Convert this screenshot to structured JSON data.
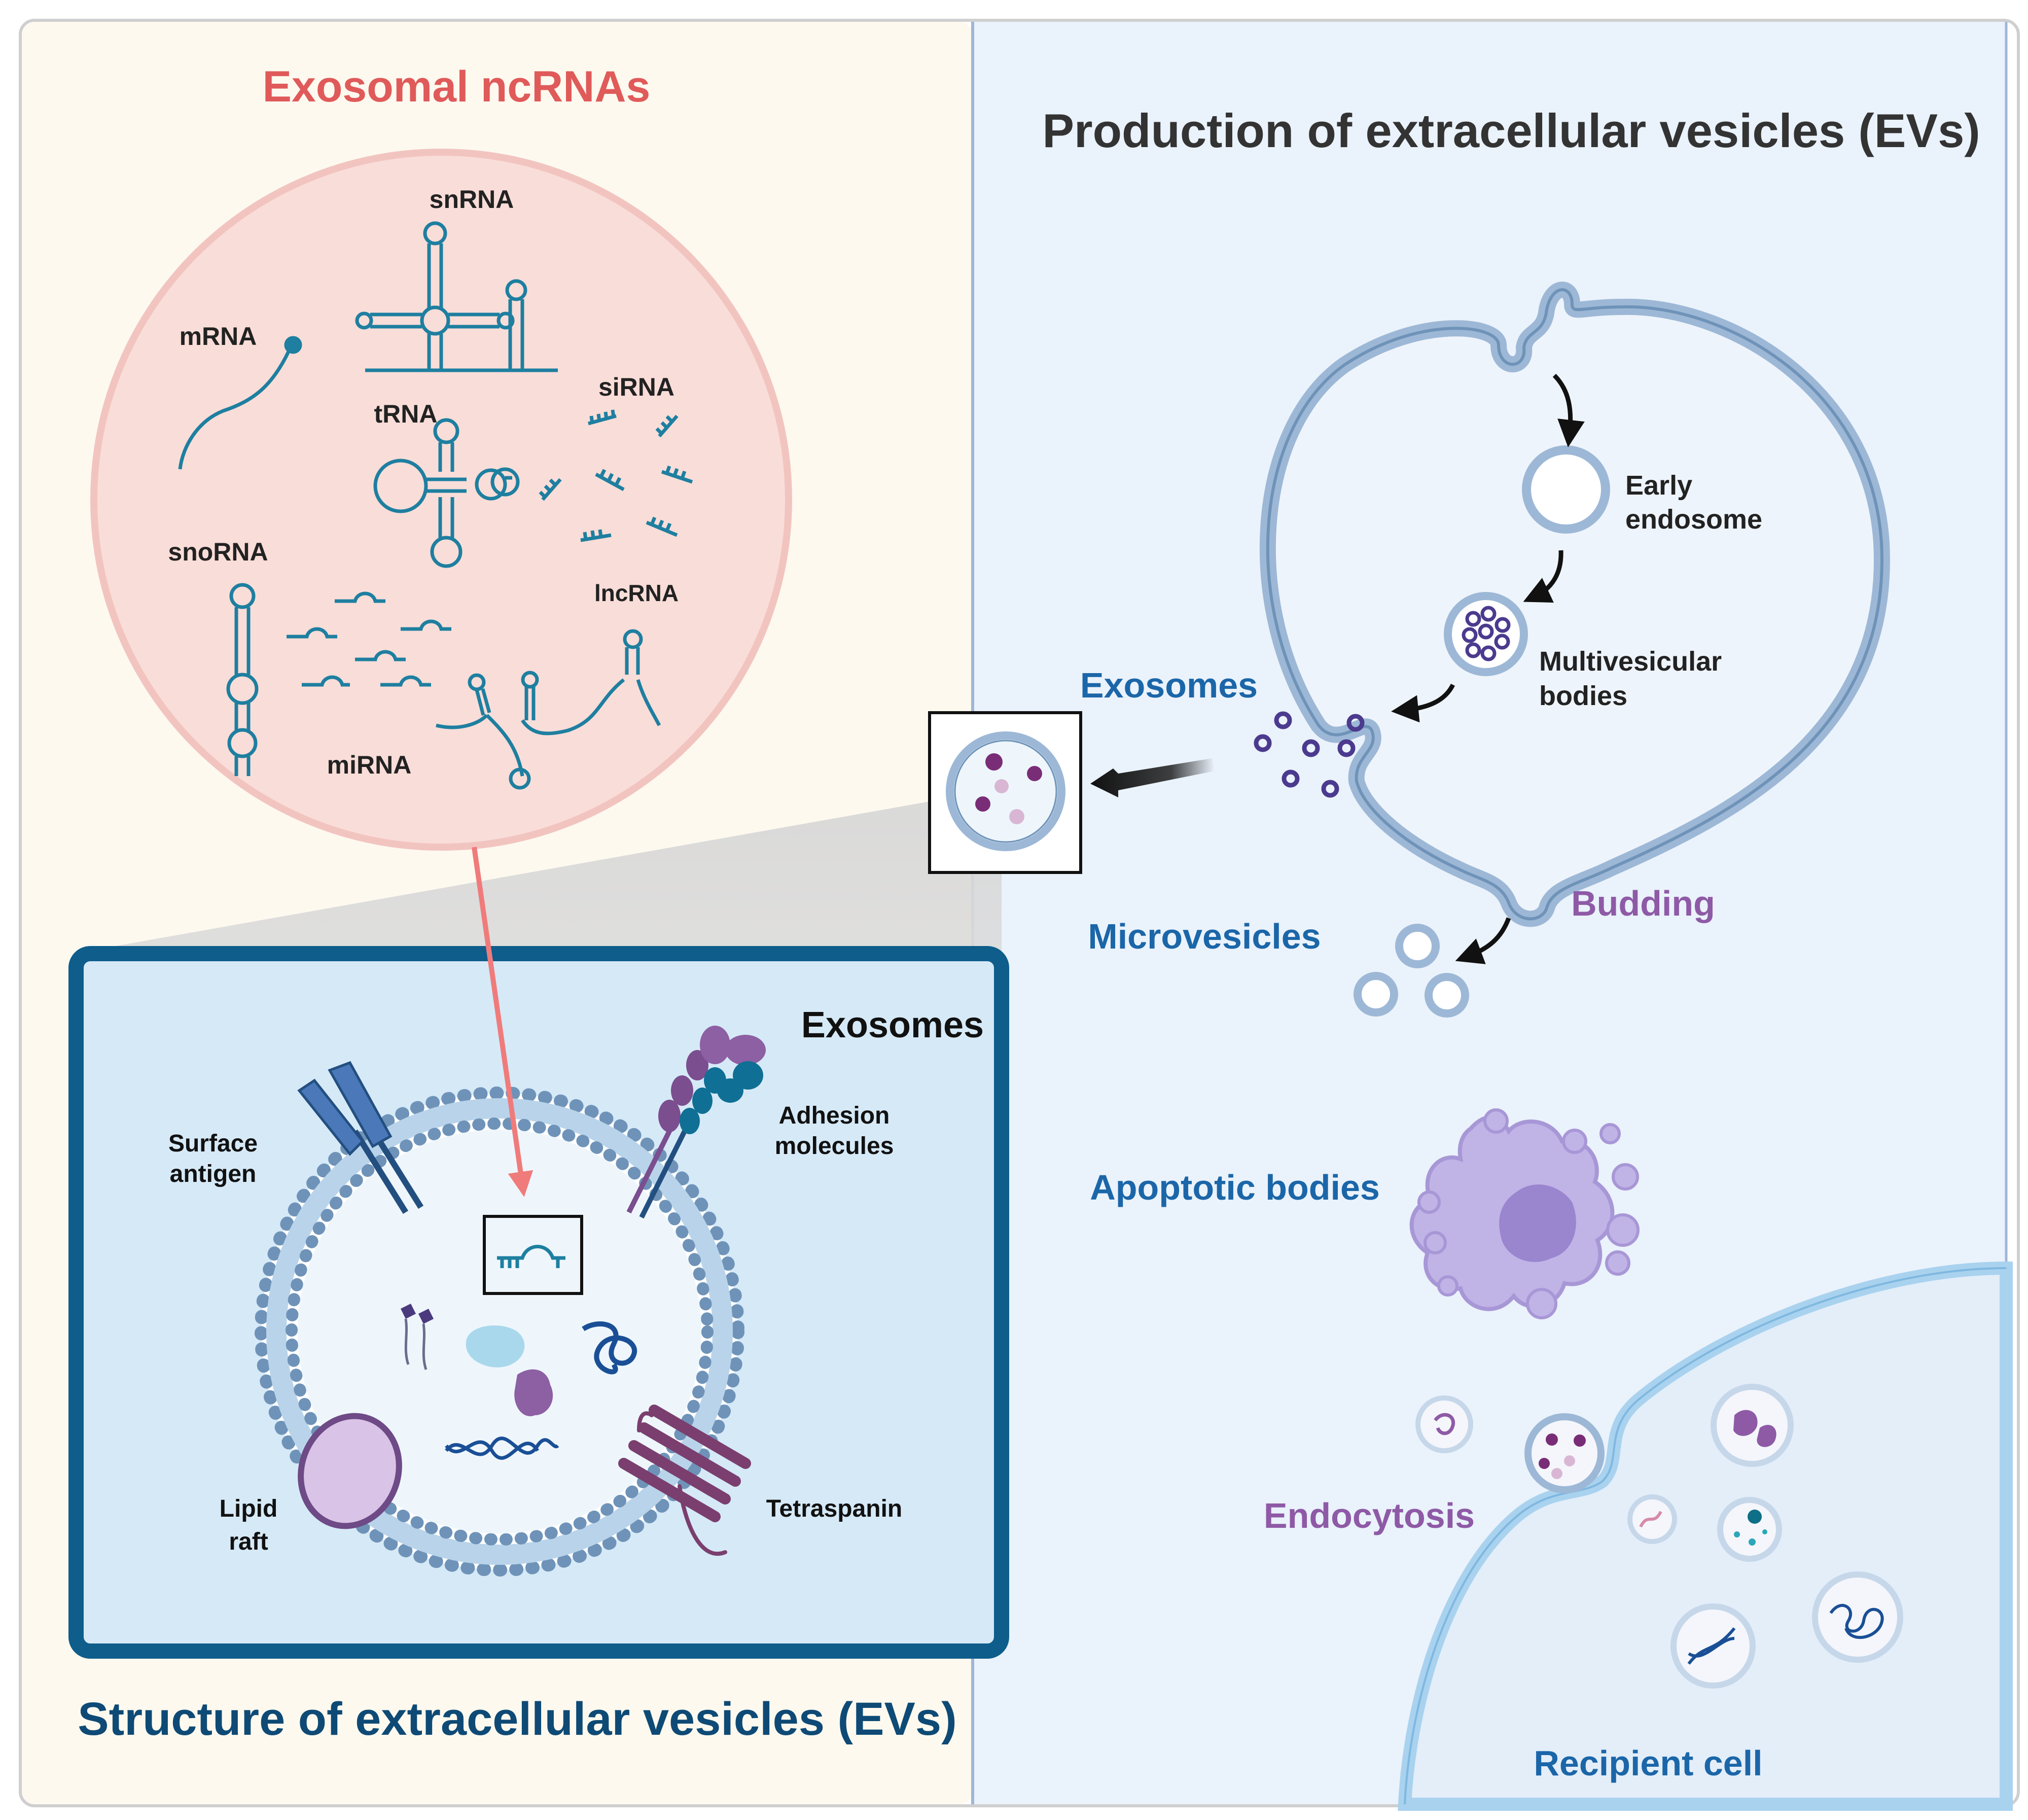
{
  "left_panel": {
    "ncrna_title": "Exosomal ncRNAs",
    "ncrna_labels": {
      "snrna": "snRNA",
      "mrna": "mRNA",
      "sirna": "siRNA",
      "trna": "tRNA",
      "snorna": "snoRNA",
      "lncrna": "lncRNA",
      "mirna": "miRNA"
    },
    "structure_box": {
      "title": "Exosomes",
      "surface_antigen_l1": "Surface",
      "surface_antigen_l2": "antigen",
      "adhesion_l1": "Adhesion",
      "adhesion_l2": "molecules",
      "lipid_raft_l1": "Lipid",
      "lipid_raft_l2": "raft",
      "tetraspanin": "Tetraspanin"
    },
    "structure_title": "Structure of extracellular vesicles (EVs)"
  },
  "right_panel": {
    "production_title": "Production of extracellular vesicles (EVs)",
    "early_endosome_l1": "Early",
    "early_endosome_l2": "endosome",
    "mvb_l1": "Multivesicular",
    "mvb_l2": "bodies",
    "exosomes": "Exosomes",
    "microvesicles": "Microvesicles",
    "budding": "Budding",
    "apoptotic_bodies": "Apoptotic bodies",
    "endocytosis": "Endocytosis",
    "recipient_cell": "Recipient cell"
  },
  "colors": {
    "left_bg": "#fdf9ef",
    "right_bg": "#eaf2fb",
    "ncrna_title": "#e05a5a",
    "ncrna_circle": "#f9ddd8",
    "rna": "#1e7fa0",
    "blue_label": "#1b66a8",
    "purple_label": "#8e5aa6",
    "dark_navy": "#0e4a75",
    "membrane": "#6f93b8",
    "cell_fill": "#eef4fb",
    "dark_text": "#333333"
  }
}
